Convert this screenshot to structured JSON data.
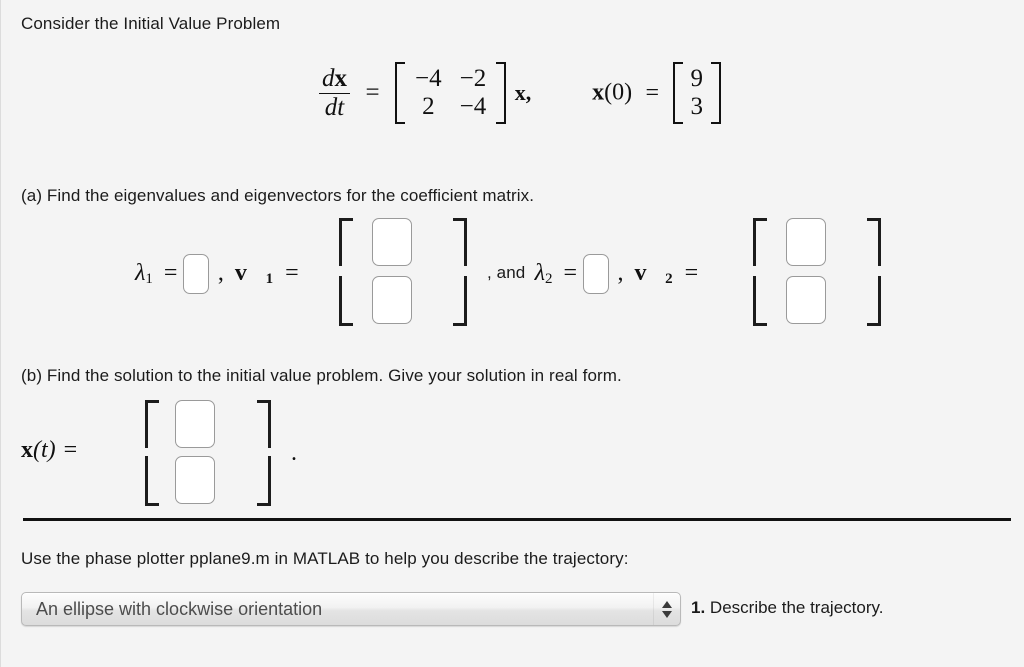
{
  "prompt": {
    "intro": "Consider the Initial Value Problem",
    "part_a": "(a) Find the eigenvalues and eigenvectors for the coefficient matrix.",
    "part_b": "(b) Find the solution to the initial value problem. Give your solution in real form.",
    "phase_plotter": "Use the phase plotter pplane9.m in MATLAB to help you describe the trajectory:"
  },
  "equation": {
    "derivative_num": "dx",
    "derivative_den": "dt",
    "equals": "=",
    "matrix_rows": [
      [
        "−4",
        "−2"
      ],
      [
        "2",
        "−4"
      ]
    ],
    "x_vector": "x,",
    "initial_label": "x(0)",
    "initial_equals": "=",
    "initial_vector": [
      "9",
      "3"
    ]
  },
  "part_a_fields": {
    "lambda1_label": "λ₁ =",
    "v1_separator": ", ⃗v₁ =",
    "and_lambda2_label": ", and λ₂ =",
    "v2_separator": ", ⃗v₂ =",
    "lambda1_value": "",
    "lambda2_value": "",
    "v1_values": [
      "",
      ""
    ],
    "v2_values": [
      "",
      ""
    ]
  },
  "part_b_fields": {
    "xt_label": "x(t) =",
    "period": ".",
    "xt_values": [
      "",
      ""
    ]
  },
  "trajectory": {
    "selected_option": "An ellipse with clockwise orientation",
    "question_number": "1.",
    "question_text": "Describe the trajectory.",
    "spinner_up_icon": "caret-up-icon",
    "spinner_down_icon": "caret-down-icon"
  },
  "colors": {
    "background": "#f4f4f4",
    "text": "#1b1b1b",
    "box_border": "#9a9a9a",
    "rule": "#111111"
  }
}
